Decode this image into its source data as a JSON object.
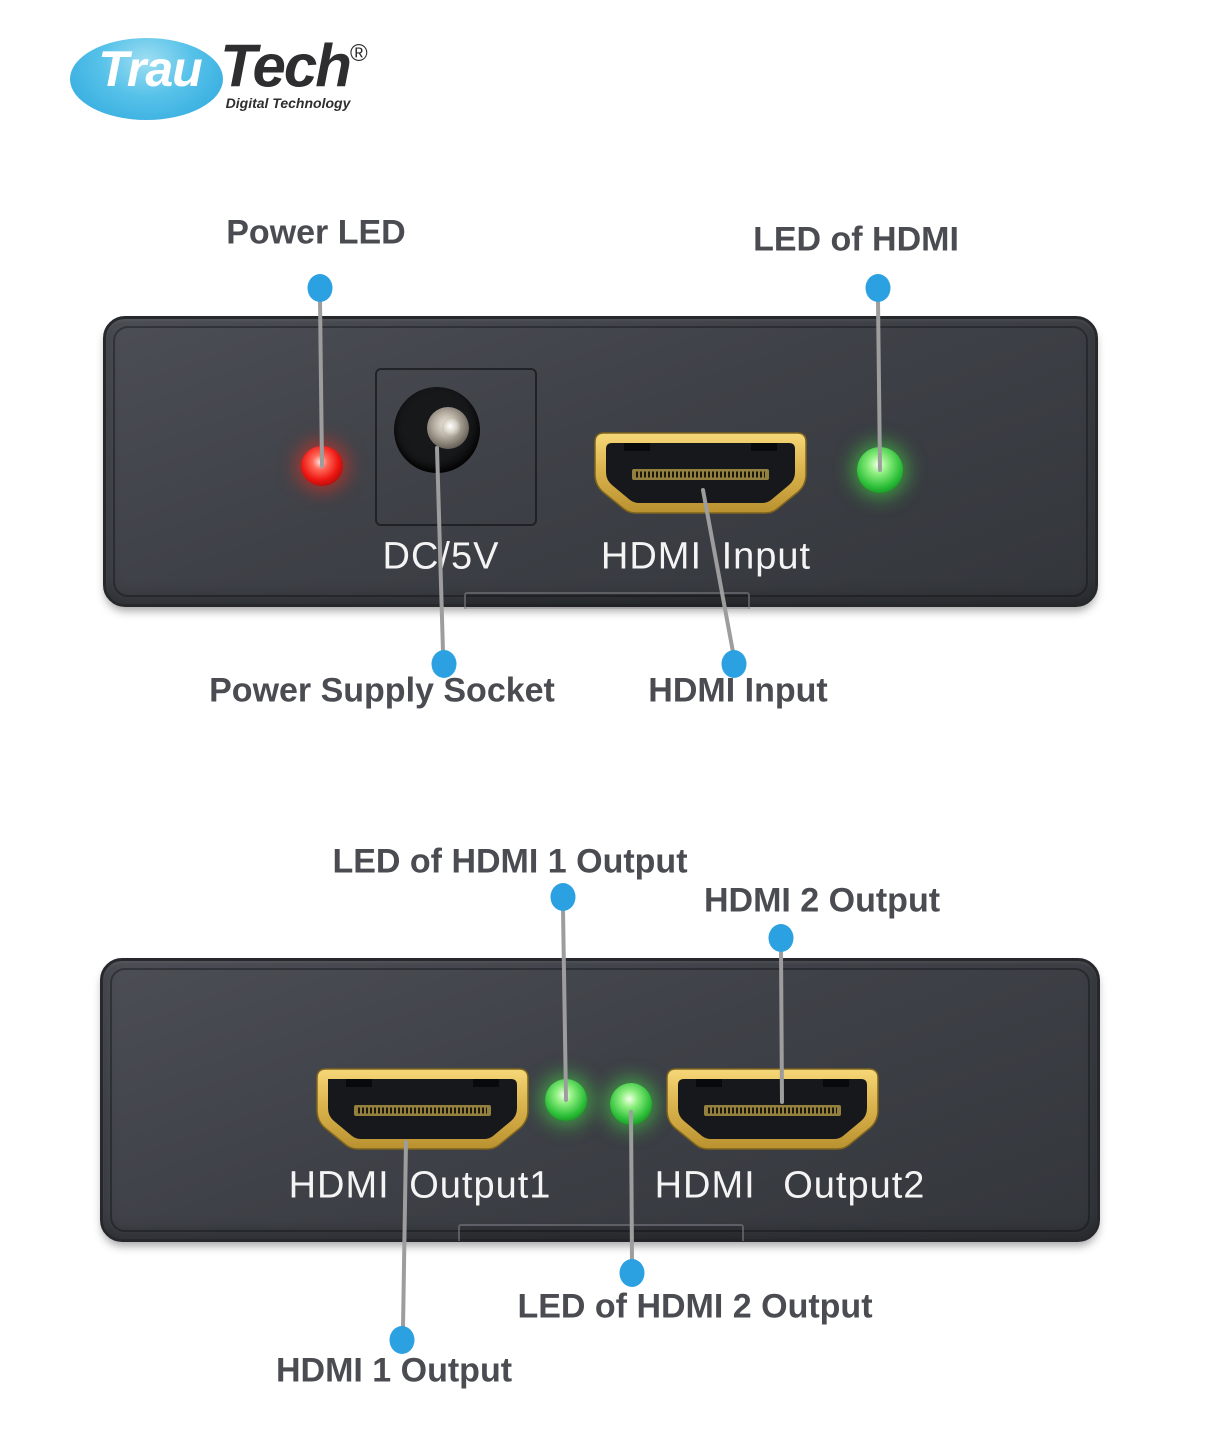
{
  "logo": {
    "brand_first": "Trau",
    "brand_second": "Tech",
    "registered_mark": "®",
    "tagline": "Digital Technology"
  },
  "top_figure": {
    "callout_power_led": "Power LED",
    "callout_led_of_hdmi": "LED of HDMI",
    "callout_power_supply_socket": "Power Supply Socket",
    "callout_hdmi_input": "HDMI Input",
    "panel_label_dc": "DC/5V",
    "panel_label_hdmi_input": "HDMI Input"
  },
  "bottom_figure": {
    "callout_led_hdmi1_output": "LED of HDMI 1 Output",
    "callout_hdmi2_output": "HDMI 2 Output",
    "callout_led_hdmi2_output": "LED of HDMI 2 Output",
    "callout_hdmi1_output": "HDMI 1 Output",
    "panel_label_output1": "HDMI Output1",
    "panel_label_output2": "HDMI Output2"
  },
  "colors": {
    "accent_blue": "#2ba1e2",
    "line_gray": "#9d9d9d",
    "label_gray": "#4a4c51",
    "device_body": "#3d4046",
    "gold": "#dcb44e",
    "led_red": "#ee1612",
    "led_green": "#2ec03a",
    "logo_blue": "#2ba6dd"
  }
}
